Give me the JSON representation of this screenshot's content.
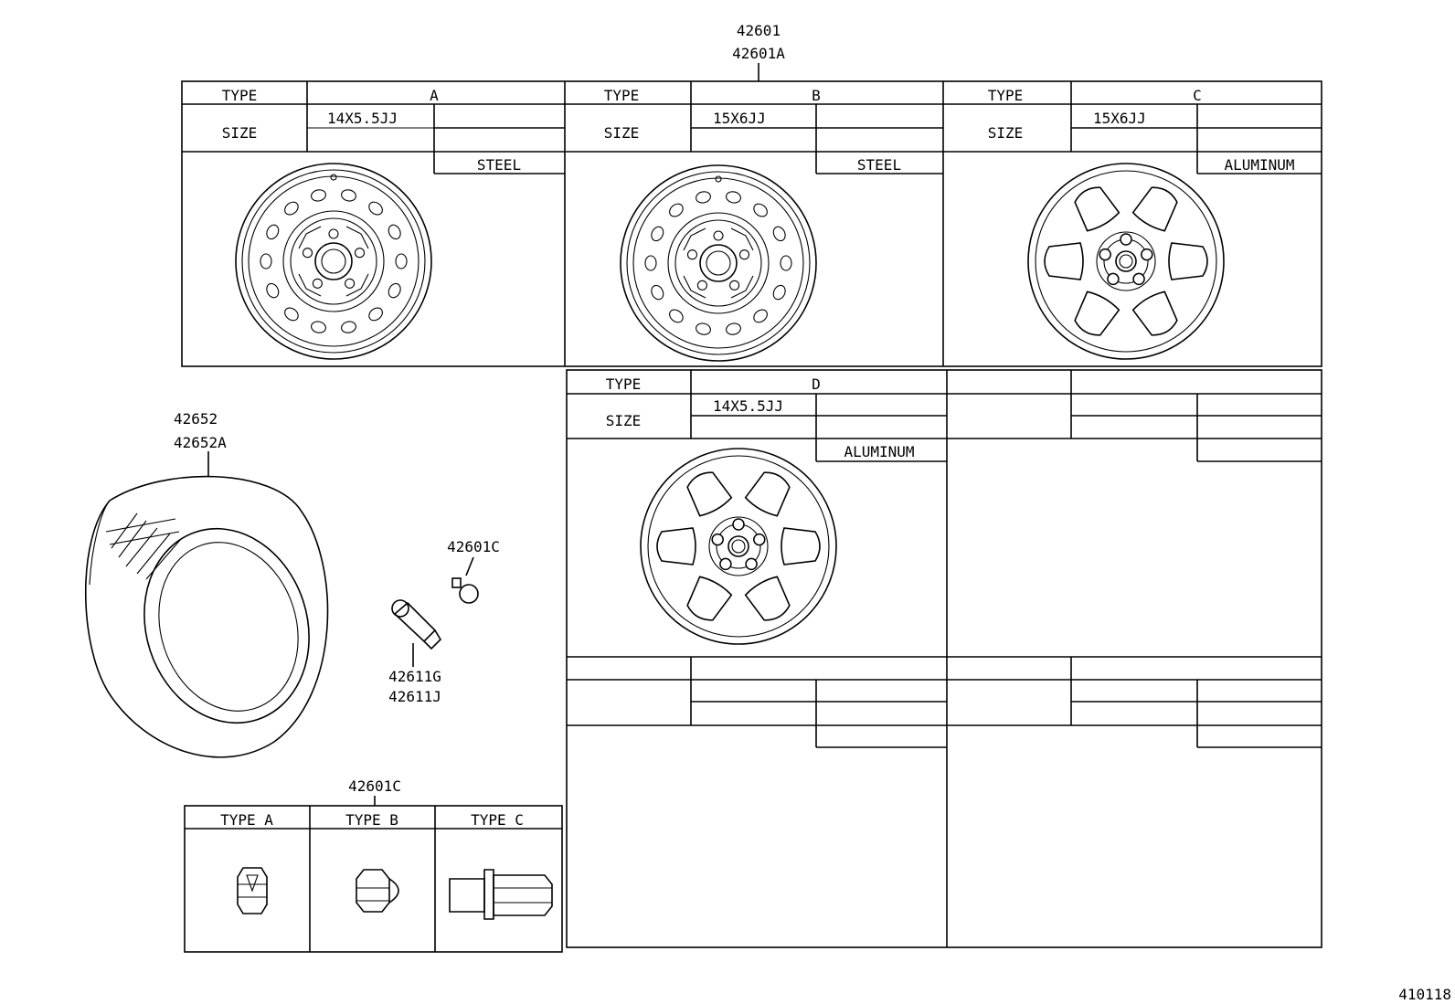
{
  "header": {
    "part_line1": "42601",
    "part_line2": "42601A"
  },
  "wheels": [
    {
      "type_label": "TYPE",
      "type": "A",
      "size_label": "SIZE",
      "size": "14X5.5JJ",
      "material": "STEEL"
    },
    {
      "type_label": "TYPE",
      "type": "B",
      "size_label": "SIZE",
      "size": "15X6JJ",
      "material": "STEEL"
    },
    {
      "type_label": "TYPE",
      "type": "C",
      "size_label": "SIZE",
      "size": "15X6JJ",
      "material": "ALUMINUM"
    },
    {
      "type_label": "TYPE",
      "type": "D",
      "size_label": "SIZE",
      "size": "14X5.5JJ",
      "material": "ALUMINUM"
    }
  ],
  "tire": {
    "part_line1": "42652",
    "part_line2": "42652A"
  },
  "valve": {
    "cap_part": "42601C",
    "stem_line1": "42611G",
    "stem_line2": "42611J"
  },
  "nuts": {
    "part": "42601C",
    "types": [
      "TYPE A",
      "TYPE B",
      "TYPE C"
    ]
  },
  "footer": {
    "diagram_code": "410118"
  }
}
